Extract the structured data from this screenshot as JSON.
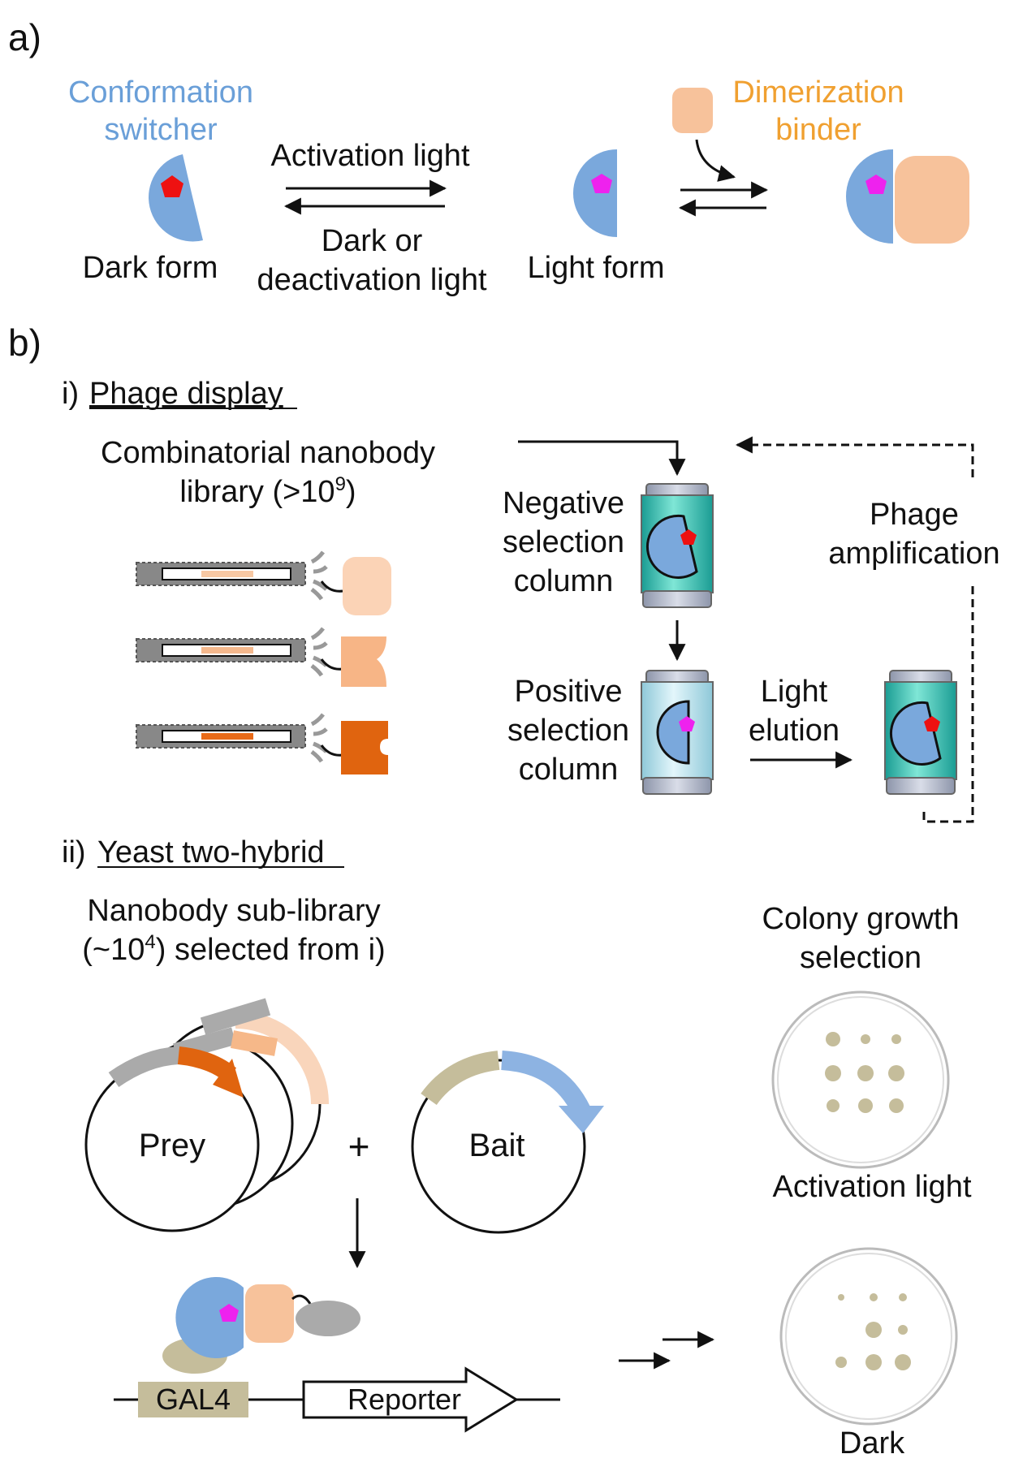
{
  "panel_a": {
    "label": "a)",
    "switcher_title_1": "Conformation",
    "switcher_title_2": "switcher",
    "dark_form": "Dark form",
    "activation_light": "Activation light",
    "dark_or_1": "Dark or",
    "dark_or_2": "deactivation light",
    "light_form": "Light form",
    "binder_title_1": "Dimerization",
    "binder_title_2": "binder",
    "colors": {
      "switcher": "#7aa8dc",
      "dark_ligand": "#ee1111",
      "light_ligand": "#ee22ee",
      "binder": "#f7c29b",
      "switcher_text": "#6a9fd8",
      "binder_text": "#f0a030"
    }
  },
  "panel_b": {
    "label": "b)",
    "section_i": {
      "num": "i)",
      "title": "Phage display",
      "library_1": "Combinatorial nanobody",
      "library_2": "library (>10",
      "library_sup": "9",
      "library_end": ")",
      "neg_1": "Negative",
      "neg_2": "selection",
      "neg_3": "column",
      "pos_1": "Positive",
      "pos_2": "selection",
      "pos_3": "column",
      "light_1": "Light",
      "light_2": "elution",
      "amp_1": "Phage",
      "amp_2": "amplification"
    },
    "section_ii": {
      "num": "ii)",
      "title": "Yeast two-hybrid",
      "sub_1": "Nanobody sub-library",
      "sub_2": "(~10",
      "sub_sup": "4",
      "sub_end": ") selected from i)",
      "prey": "Prey",
      "plus": "+",
      "bait": "Bait",
      "gal4": "GAL4",
      "reporter": "Reporter",
      "colony_1": "Colony growth",
      "colony_2": "selection",
      "activation_light": "Activation light",
      "dark": "Dark"
    }
  }
}
